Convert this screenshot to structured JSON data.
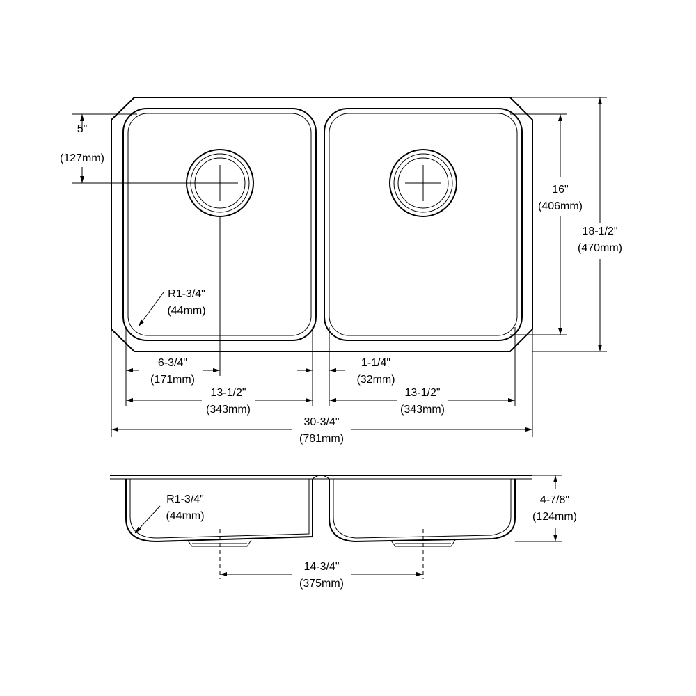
{
  "top_view": {
    "drain_offset": {
      "in": "5\"",
      "mm": "(127mm)"
    },
    "bowl_length": {
      "in": "16\"",
      "mm": "(406mm)"
    },
    "overall_depth": {
      "in": "18-1/2\"",
      "mm": "(470mm)"
    },
    "corner_radius": {
      "in": "R1-3/4\"",
      "mm": "(44mm)"
    },
    "drain_from_left": {
      "in": "6-3/4\"",
      "mm": "(171mm)"
    },
    "divider_width": {
      "in": "1-1/4\"",
      "mm": "(32mm)"
    },
    "left_bowl_width": {
      "in": "13-1/2\"",
      "mm": "(343mm)"
    },
    "right_bowl_width": {
      "in": "13-1/2\"",
      "mm": "(343mm)"
    },
    "overall_width": {
      "in": "30-3/4\"",
      "mm": "(781mm)"
    }
  },
  "side_view": {
    "corner_radius": {
      "in": "R1-3/4\"",
      "mm": "(44mm)"
    },
    "bowl_depth": {
      "in": "4-7/8\"",
      "mm": "(124mm)"
    },
    "drain_spacing": {
      "in": "14-3/4\"",
      "mm": "(375mm)"
    }
  }
}
